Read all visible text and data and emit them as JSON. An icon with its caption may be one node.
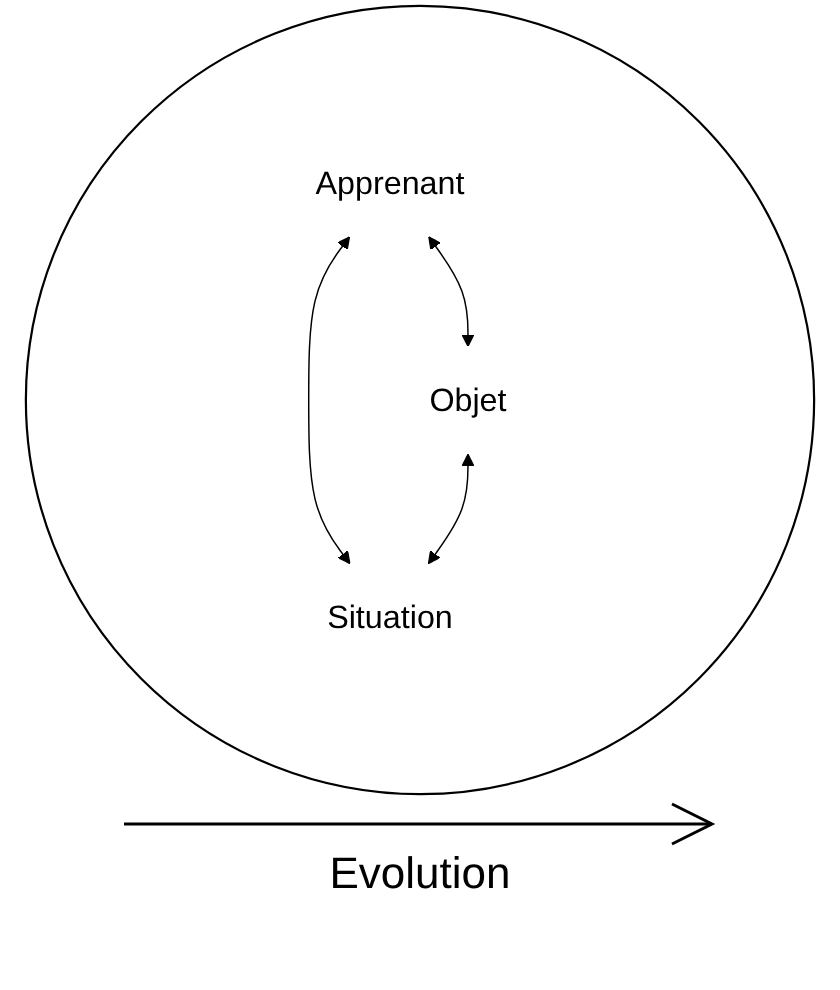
{
  "diagram": {
    "nodes": [
      {
        "text": [],
        "shape": "circle"
      },
      {
        "text": [
          "Apprenant"
        ],
        "in": 0
      },
      {
        "text": [
          "Objet"
        ],
        "in": 0
      },
      {
        "text": [
          "Situation"
        ],
        "in": 0
      }
    ],
    "edges": [
      {
        "from": 1,
        "to": 2,
        "arrow": "both"
      },
      {
        "from": 1,
        "to": 3,
        "arrow": "both"
      },
      {
        "from": 2,
        "to": 3,
        "arrow": "both"
      }
    ],
    "labels": [
      "Evolution"
    ]
  }
}
